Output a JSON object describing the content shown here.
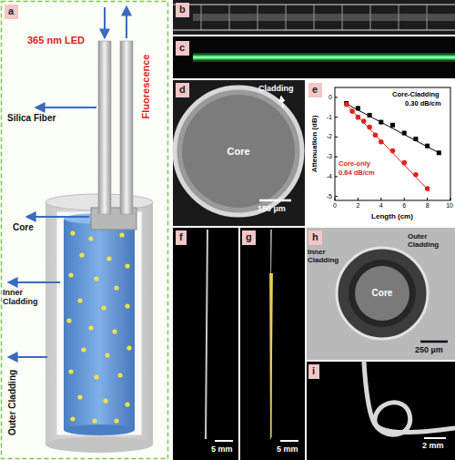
{
  "diagram": {
    "nodes": [
      {
        "text": [
          "a"
        ]
      },
      {
        "text": [
          "b"
        ]
      },
      {
        "text": [
          "c"
        ]
      },
      {
        "text": [
          "d"
        ]
      },
      {
        "text": [
          "e"
        ]
      },
      {
        "text": [
          "f"
        ]
      },
      {
        "text": [
          "g"
        ]
      },
      {
        "text": [
          "h"
        ]
      },
      {
        "text": [
          "i"
        ]
      }
    ],
    "labels": [
      "365 nm LED",
      "Fluorescence",
      "Silica Fiber",
      "Core",
      "Inner Cladding",
      "Outer Cladding",
      "Cladding",
      "Core",
      "150 µm",
      "Attenuation (dB)",
      "Length (cm)",
      "Core-Cladding",
      "0.30 dB/cm",
      "Core-only",
      "0.64 dB/cm",
      "0",
      "-1",
      "-2",
      "-3",
      "-4",
      "-5",
      "0",
      "2",
      "4",
      "6",
      "8",
      "10",
      "5 mm",
      "5 mm",
      "Core",
      "Outer Cladding",
      "Inner Cladding",
      "250 µm",
      "2 mm"
    ]
  }
}
